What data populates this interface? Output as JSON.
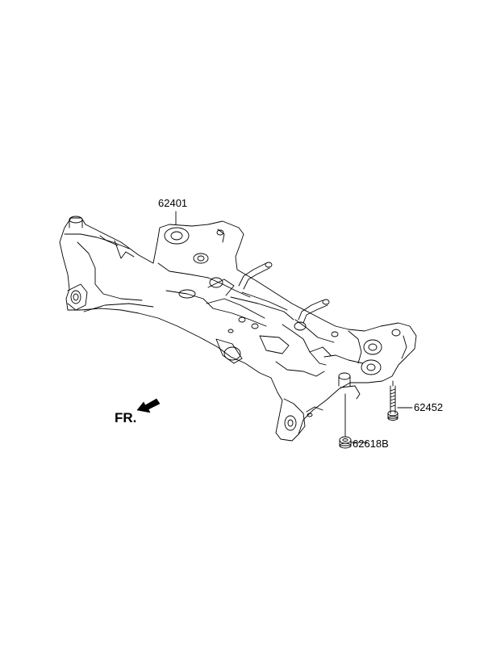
{
  "labels": {
    "subframe": "62401",
    "bolt": "62452",
    "nut": "62618B"
  },
  "direction": {
    "text": "FR.",
    "icon": "front-arrow-icon"
  },
  "colors": {
    "line": "#000000",
    "background": "#ffffff"
  }
}
